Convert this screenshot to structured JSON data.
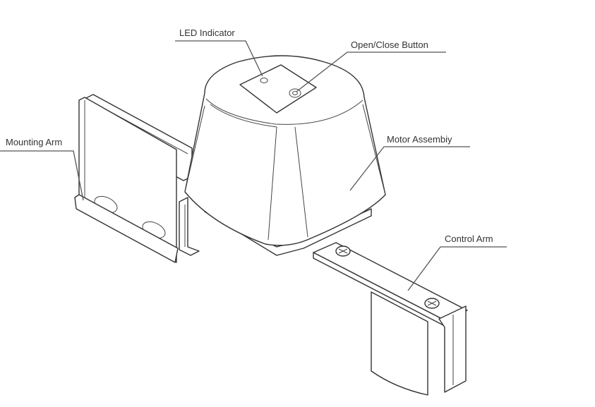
{
  "labels": {
    "led_indicator": "LED Indicator",
    "open_close_button": "Open/Close Button",
    "mounting_arm": "Mounting Arm",
    "motor_assembly": "Motor Assembiy",
    "control_arm": "Control Arm"
  }
}
